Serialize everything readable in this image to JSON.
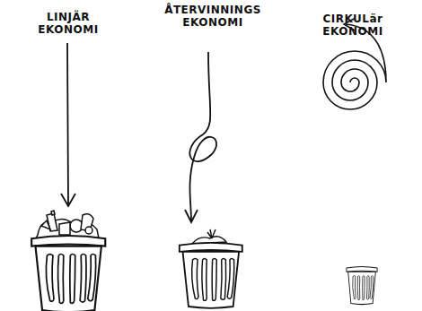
{
  "diagram": {
    "labels": [
      "LINJÄR EKONOMI",
      "ÅTERVINNINGS EKONOMI",
      "CIRKULär EKONOMI"
    ]
  }
}
